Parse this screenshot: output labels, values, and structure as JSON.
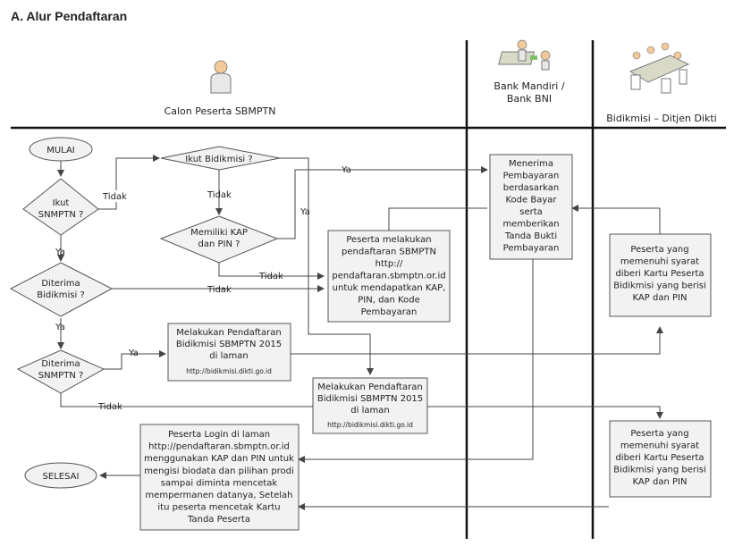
{
  "heading": "A. Alur Pendaftaran",
  "lanes": {
    "calon": "Calon Peserta SBMPTN",
    "bank_line1": "Bank Mandiri /",
    "bank_line2": "Bank BNI",
    "bidikmisi": "Bidikmisi – Ditjen Dikti"
  },
  "nodes": {
    "mulai": "MULAI",
    "selesai": "SELESAI",
    "ikut_snmptn": [
      "Ikut",
      "SNMPTN ?"
    ],
    "ikut_bidikmisi": [
      "Ikut Bidikmisi ?"
    ],
    "memiliki_kap": [
      "Memiliki KAP",
      "dan  PIN ?"
    ],
    "diterima_bidikmisi": [
      "Diterima",
      "Bidikmisi ?"
    ],
    "diterima_snmptn": [
      "Diterima",
      "SNMPTN ?"
    ],
    "peserta_melakukan": [
      "Peserta melakukan",
      "pendaftaran SBMPTN",
      "http://",
      "pendaftaran.sbmptn.or.id",
      "untuk mendapatkan KAP,",
      "PIN, dan Kode",
      "Pembayaran"
    ],
    "menerima": [
      "Menerima",
      "Pembayaran",
      "berdasarkan",
      "Kode Bayar",
      "serta",
      "memberikan",
      "Tanda Bukti",
      "Pembayaran"
    ],
    "kartu1": [
      "Peserta yang",
      "memenuhi syarat",
      "diberi Kartu Peserta",
      "Bidikmisi yang berisi",
      "KAP dan PIN"
    ],
    "kartu2": [
      "Peserta yang",
      "memenuhi syarat",
      "diberi Kartu Peserta",
      "Bidikmisi yang berisi",
      "KAP dan PIN"
    ],
    "daftar1": [
      "Melakukan Pendaftaran",
      "Bidikmisi SBMPTN 2015",
      "di laman"
    ],
    "daftar1_url": "http://bidikmisi.dikti.go.id",
    "daftar2": [
      "Melakukan Pendaftaran",
      "Bidikmisi SBMPTN 2015",
      "di laman"
    ],
    "daftar2_url": "http://bidikmisi.dikti.go.id",
    "login": [
      "Peserta Login di laman",
      "http://pendaftaran.sbmptn.or.id",
      "menggunakan KAP dan PIN untuk",
      "mengisi biodata dan pilihan prodi",
      "sampai diminta mencetak",
      "mempermanen datanya, Setelah",
      "itu peserta mencetak Kartu",
      "Tanda Peserta"
    ]
  },
  "edge_labels": {
    "tidak": "Tidak",
    "ya": "Ya"
  },
  "colors": {
    "box_fill": "#f2f2f2",
    "stroke": "#555555",
    "lane_line": "#111111",
    "arrow": "#444444"
  },
  "icons": [
    "person-icon",
    "bank-meeting-icon",
    "office-meeting-icon"
  ]
}
